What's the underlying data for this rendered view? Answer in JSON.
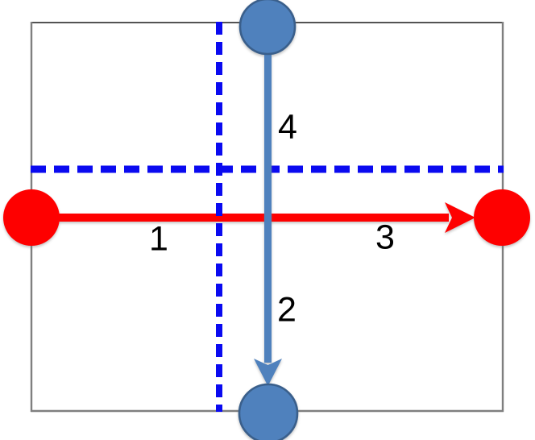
{
  "diagram": {
    "description": "crossing-arrows-diagram",
    "labels": {
      "red_arrow_left_segment": "1",
      "blue_arrow_lower_segment": "2",
      "red_arrow_right_segment": "3",
      "blue_arrow_upper_segment": "4"
    },
    "colors": {
      "background": "#ffffff",
      "red": "#fe0000",
      "steel_blue": "#4f81bd",
      "steel_blue_border": "#3a5f8b",
      "dash_blue": "#0a0af0",
      "box_border": "#7f7f7f",
      "box_top_border": "#1a1a1a",
      "label_text": "#000000"
    }
  }
}
